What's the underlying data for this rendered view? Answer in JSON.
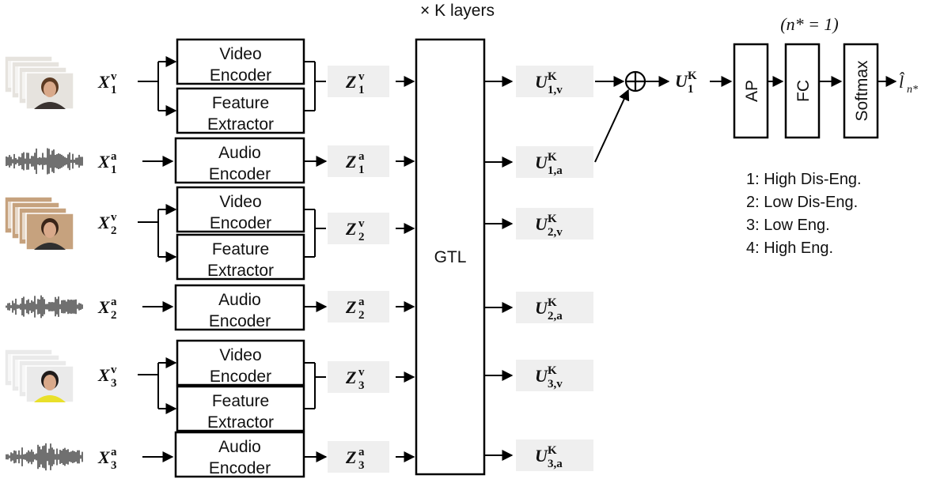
{
  "header": {
    "layers_label": "× K layers",
    "n_condition": "(n* = 1)"
  },
  "modalities": [
    {
      "id": "1v",
      "type": "video",
      "input": {
        "base": "X",
        "sub": "1",
        "sup": "v"
      },
      "feature": {
        "base": "Z",
        "sub": "1",
        "sup": "v"
      },
      "output": {
        "base": "U",
        "sub": "1,v",
        "sup": "K"
      },
      "encoder": [
        "Video",
        "Encoder"
      ],
      "extractor": [
        "Feature",
        "Extractor"
      ]
    },
    {
      "id": "1a",
      "type": "audio",
      "input": {
        "base": "X",
        "sub": "1",
        "sup": "a"
      },
      "feature": {
        "base": "Z",
        "sub": "1",
        "sup": "a"
      },
      "output": {
        "base": "U",
        "sub": "1,a",
        "sup": "K"
      },
      "encoder": [
        "Audio",
        "Encoder"
      ]
    },
    {
      "id": "2v",
      "type": "video",
      "input": {
        "base": "X",
        "sub": "2",
        "sup": "v"
      },
      "feature": {
        "base": "Z",
        "sub": "2",
        "sup": "v"
      },
      "output": {
        "base": "U",
        "sub": "2,v",
        "sup": "K"
      },
      "encoder": [
        "Video",
        "Encoder"
      ],
      "extractor": [
        "Feature",
        "Extractor"
      ]
    },
    {
      "id": "2a",
      "type": "audio",
      "input": {
        "base": "X",
        "sub": "2",
        "sup": "a"
      },
      "feature": {
        "base": "Z",
        "sub": "2",
        "sup": "a"
      },
      "output": {
        "base": "U",
        "sub": "2,a",
        "sup": "K"
      },
      "encoder": [
        "Audio",
        "Encoder"
      ]
    },
    {
      "id": "3v",
      "type": "video",
      "input": {
        "base": "X",
        "sub": "3",
        "sup": "v"
      },
      "feature": {
        "base": "Z",
        "sub": "3",
        "sup": "v"
      },
      "output": {
        "base": "U",
        "sub": "3,v",
        "sup": "K"
      },
      "encoder": [
        "Video",
        "Encoder"
      ],
      "extractor": [
        "Feature",
        "Extractor"
      ]
    },
    {
      "id": "3a",
      "type": "audio",
      "input": {
        "base": "X",
        "sub": "3",
        "sup": "a"
      },
      "feature": {
        "base": "Z",
        "sub": "3",
        "sup": "a"
      },
      "output": {
        "base": "U",
        "sub": "3,a",
        "sup": "K"
      },
      "encoder": [
        "Audio",
        "Encoder"
      ]
    }
  ],
  "center_block": "GTL",
  "fusion": {
    "operator": "⊕",
    "result": {
      "base": "U",
      "sub": "1",
      "sup": "K"
    }
  },
  "head": {
    "ap": "AP",
    "fc": "FC",
    "softmax": "Softmax",
    "output": {
      "base": "l̂",
      "sub": "n*"
    }
  },
  "legend": [
    "1: High Dis-Eng.",
    "2: Low Dis-Eng.",
    "3: Low Eng.",
    "4: High Eng."
  ],
  "colors": {
    "feature_bg": "#efefef",
    "stroke": "#000000",
    "skin": "#d9a98a",
    "wall_light": "#e6e3de",
    "shirt_yellow": "#e9e02a"
  }
}
